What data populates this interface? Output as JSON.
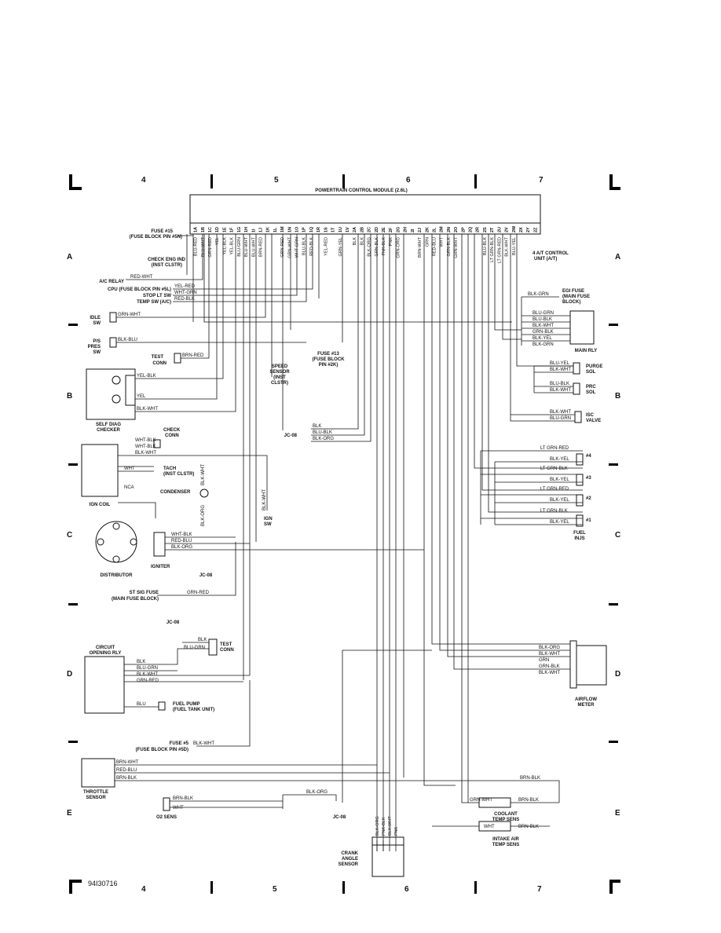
{
  "title": "POWERTRAIN CONTROL MODULE (2.6L)",
  "figure_id": "94I30716",
  "columns": [
    "4",
    "5",
    "6",
    "7"
  ],
  "rows": [
    "A",
    "B",
    "C",
    "D",
    "E"
  ],
  "pins": [
    "1A",
    "1B",
    "1C",
    "1D",
    "1E",
    "1F",
    "1G",
    "1H",
    "1I",
    "1J",
    "1K",
    "1L",
    "1M",
    "1N",
    "1O",
    "1P",
    "1Q",
    "1R",
    "1S",
    "1T",
    "1U",
    "1V",
    "2A",
    "2B",
    "2C",
    "2D",
    "2E",
    "2F",
    "2G",
    "2H",
    "2I",
    "2J",
    "2K",
    "2L",
    "2M",
    "2N",
    "2O",
    "2P",
    "2Q",
    "2R",
    "2S",
    "2T",
    "2U",
    "2V",
    "2W",
    "2X",
    "2Y",
    "2Z"
  ],
  "pin_wires": [
    "BLU-RED",
    "BLU-WHT",
    "GRN-RED",
    "YEL",
    "YEL-BLK",
    "YEL-BLK",
    "BLU-GRN",
    "BLU-WHT",
    "BLU-WHT",
    "BRN-RED",
    "",
    "",
    "GRN-RED",
    "GRN-WHT",
    "WHT-GRN",
    "BLU-BLK",
    "RED-BLK",
    "",
    "YEL-RED",
    "",
    "GRN-YEL",
    "",
    "BLK",
    "BLK",
    "BLK-ORG",
    "GRN-BLK",
    "PNK-BLK",
    "PNK",
    "GRN-ORG",
    "",
    "",
    "BRN-WHT",
    "GRN",
    "RED-BLU",
    "WHT",
    "GRN-BLK",
    "GRN-WHT",
    "",
    "",
    "",
    "BLU-BLK",
    "LT GRN-BLK",
    "LT GRN-RED",
    "BLK-WHT",
    "BLU-YEL",
    "",
    "",
    ""
  ],
  "left_labels": {
    "fuse15": "FUSE #15",
    "fuse15_sub": "(FUSE BLOCK PIN #5N)",
    "check_eng": "CHECK ENG IND",
    "check_eng_sub": "(INST CLSTR)",
    "ac_relay": "A/C RELAY",
    "cpu": "CPU (FUSE BLOCK PIN #5L)",
    "stop_lt": "STOP LT SW",
    "temp_sw": "TEMP SW (A/C)",
    "idle_sw": "IDLE",
    "idle_sw2": "SW",
    "ps": "P/S",
    "ps2": "PRES",
    "ps3": "SW",
    "test_conn": "TEST",
    "test_conn2": "CONN",
    "self_diag": "SELF DIAG",
    "self_diag2": "CHECKER",
    "check_conn": "CHECK",
    "check_conn2": "CONN",
    "tach": "TACH",
    "tach2": "(INST CLSTR)",
    "condenser": "CONDENSER",
    "ign_coil": "IGN COIL",
    "ign_sw": "IGN",
    "ign_sw2": "SW",
    "igniter": "IGNITER",
    "distributor": "DISTRIBUTOR",
    "st_sig": "ST SIG FUSE",
    "st_sig_sub": "(MAIN FUSE BLOCK)",
    "circuit": "CIRCUIT",
    "circuit2": "OPENING RLY",
    "fuel_pump": "FUEL PUMP",
    "fuel_pump2": "(FUEL TANK UNIT)",
    "fuse5": "FUSE #5",
    "fuse5_sub": "(FUSE BLOCK PIN #5D)",
    "throttle": "THROTTLE",
    "throttle2": "SENSOR",
    "o2": "O2 SENS",
    "speed": "SPEED",
    "speed2": "SENSOR",
    "speed3": "(INST",
    "speed4": "CLSTR)",
    "fuse13": "FUSE #13",
    "fuse13_2": "(FUSE BLOCK",
    "fuse13_3": "PIN #2K)",
    "jc08": "JC-08"
  },
  "right_labels": {
    "at_unit": "4 A/T CONTROL",
    "at_unit2": "UNIT (A/T)",
    "egi": "EGI FUSE",
    "egi2": "(MAIN FUSE",
    "egi3": "BLOCK)",
    "main_rly": "MAIN RLY",
    "purge": "PURGE",
    "purge2": "SOL",
    "prc": "PRC",
    "prc2": "SOL",
    "isc": "ISC",
    "isc2": "VALVE",
    "fuel_injs": "FUEL",
    "fuel_injs2": "INJS",
    "inj4": "#4",
    "inj3": "#3",
    "inj2": "#2",
    "inj1": "#1",
    "airflow": "AIRFLOW",
    "airflow2": "METER",
    "coolant": "COOLANT",
    "coolant2": "TEMP SENS",
    "intake": "INTAKE AIR",
    "intake2": "TEMP SENS",
    "crank": "CRANK",
    "crank2": "ANGLE",
    "crank3": "SENSOR"
  },
  "wires": {
    "red_wht": "RED-WHT",
    "yel_red": "YEL-RED",
    "wht_grn": "WHT-GRN",
    "red_blk": "RED-BLK",
    "grn_wht": "GRN-WHT",
    "blk_blu": "BLK-BLU",
    "brn_red": "BRN-RED",
    "yel_blk": "YEL-BLK",
    "yel": "YEL",
    "blk_wht": "BLK-WHT",
    "wht_blk": "WHT-BLK",
    "wht": "WHT",
    "nca": "NCA",
    "red_blu": "RED-BLU",
    "blk_org": "BLK-ORG",
    "grn_red": "GRN-RED",
    "blk": "BLK",
    "blu_grn": "BLU-GRN",
    "blu": "BLU",
    "brn_wht": "BRN-WHT",
    "brn_blk": "BRN-BLK",
    "blk_grn": "BLK-GRN",
    "blu_blk": "BLU-BLK",
    "blk_yel": "BLK-YEL",
    "blu_yel": "BLU-YEL",
    "lt_grn_red": "LT GRN-RED",
    "lt_grn_blk": "LT GRN-BLK",
    "grn_blk": "GRN-BLK",
    "grn": "GRN",
    "crank_pins": [
      "BLK-ORG",
      "PNK-BLK",
      "BLK-WHT",
      "PNK"
    ]
  }
}
